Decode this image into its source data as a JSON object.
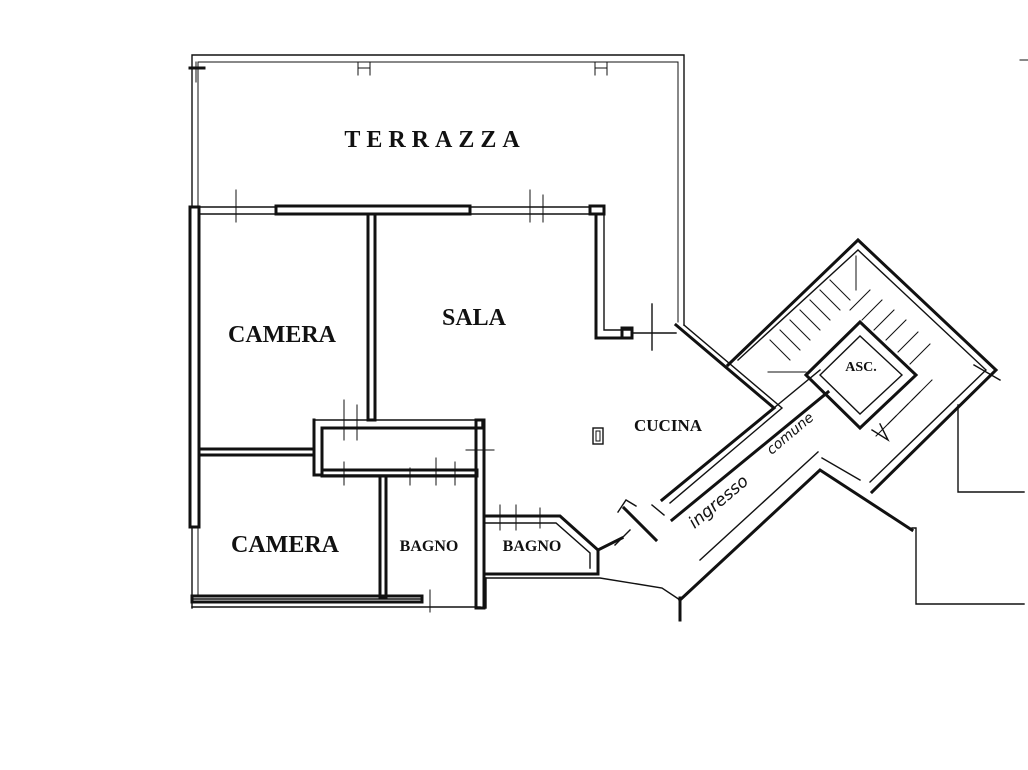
{
  "rooms": {
    "terrazza": "TERRAZZA",
    "camera_top": "CAMERA",
    "camera_bottom": "CAMERA",
    "sala": "SALA",
    "cucina": "CUCINA",
    "bagno_left": "BAGNO",
    "bagno_right": "BAGNO",
    "asc": "ASC."
  },
  "annotations": {
    "ingresso": "ingresso",
    "comune": "comune"
  },
  "colors": {
    "ink": "#111111",
    "paper": "#ffffff"
  }
}
